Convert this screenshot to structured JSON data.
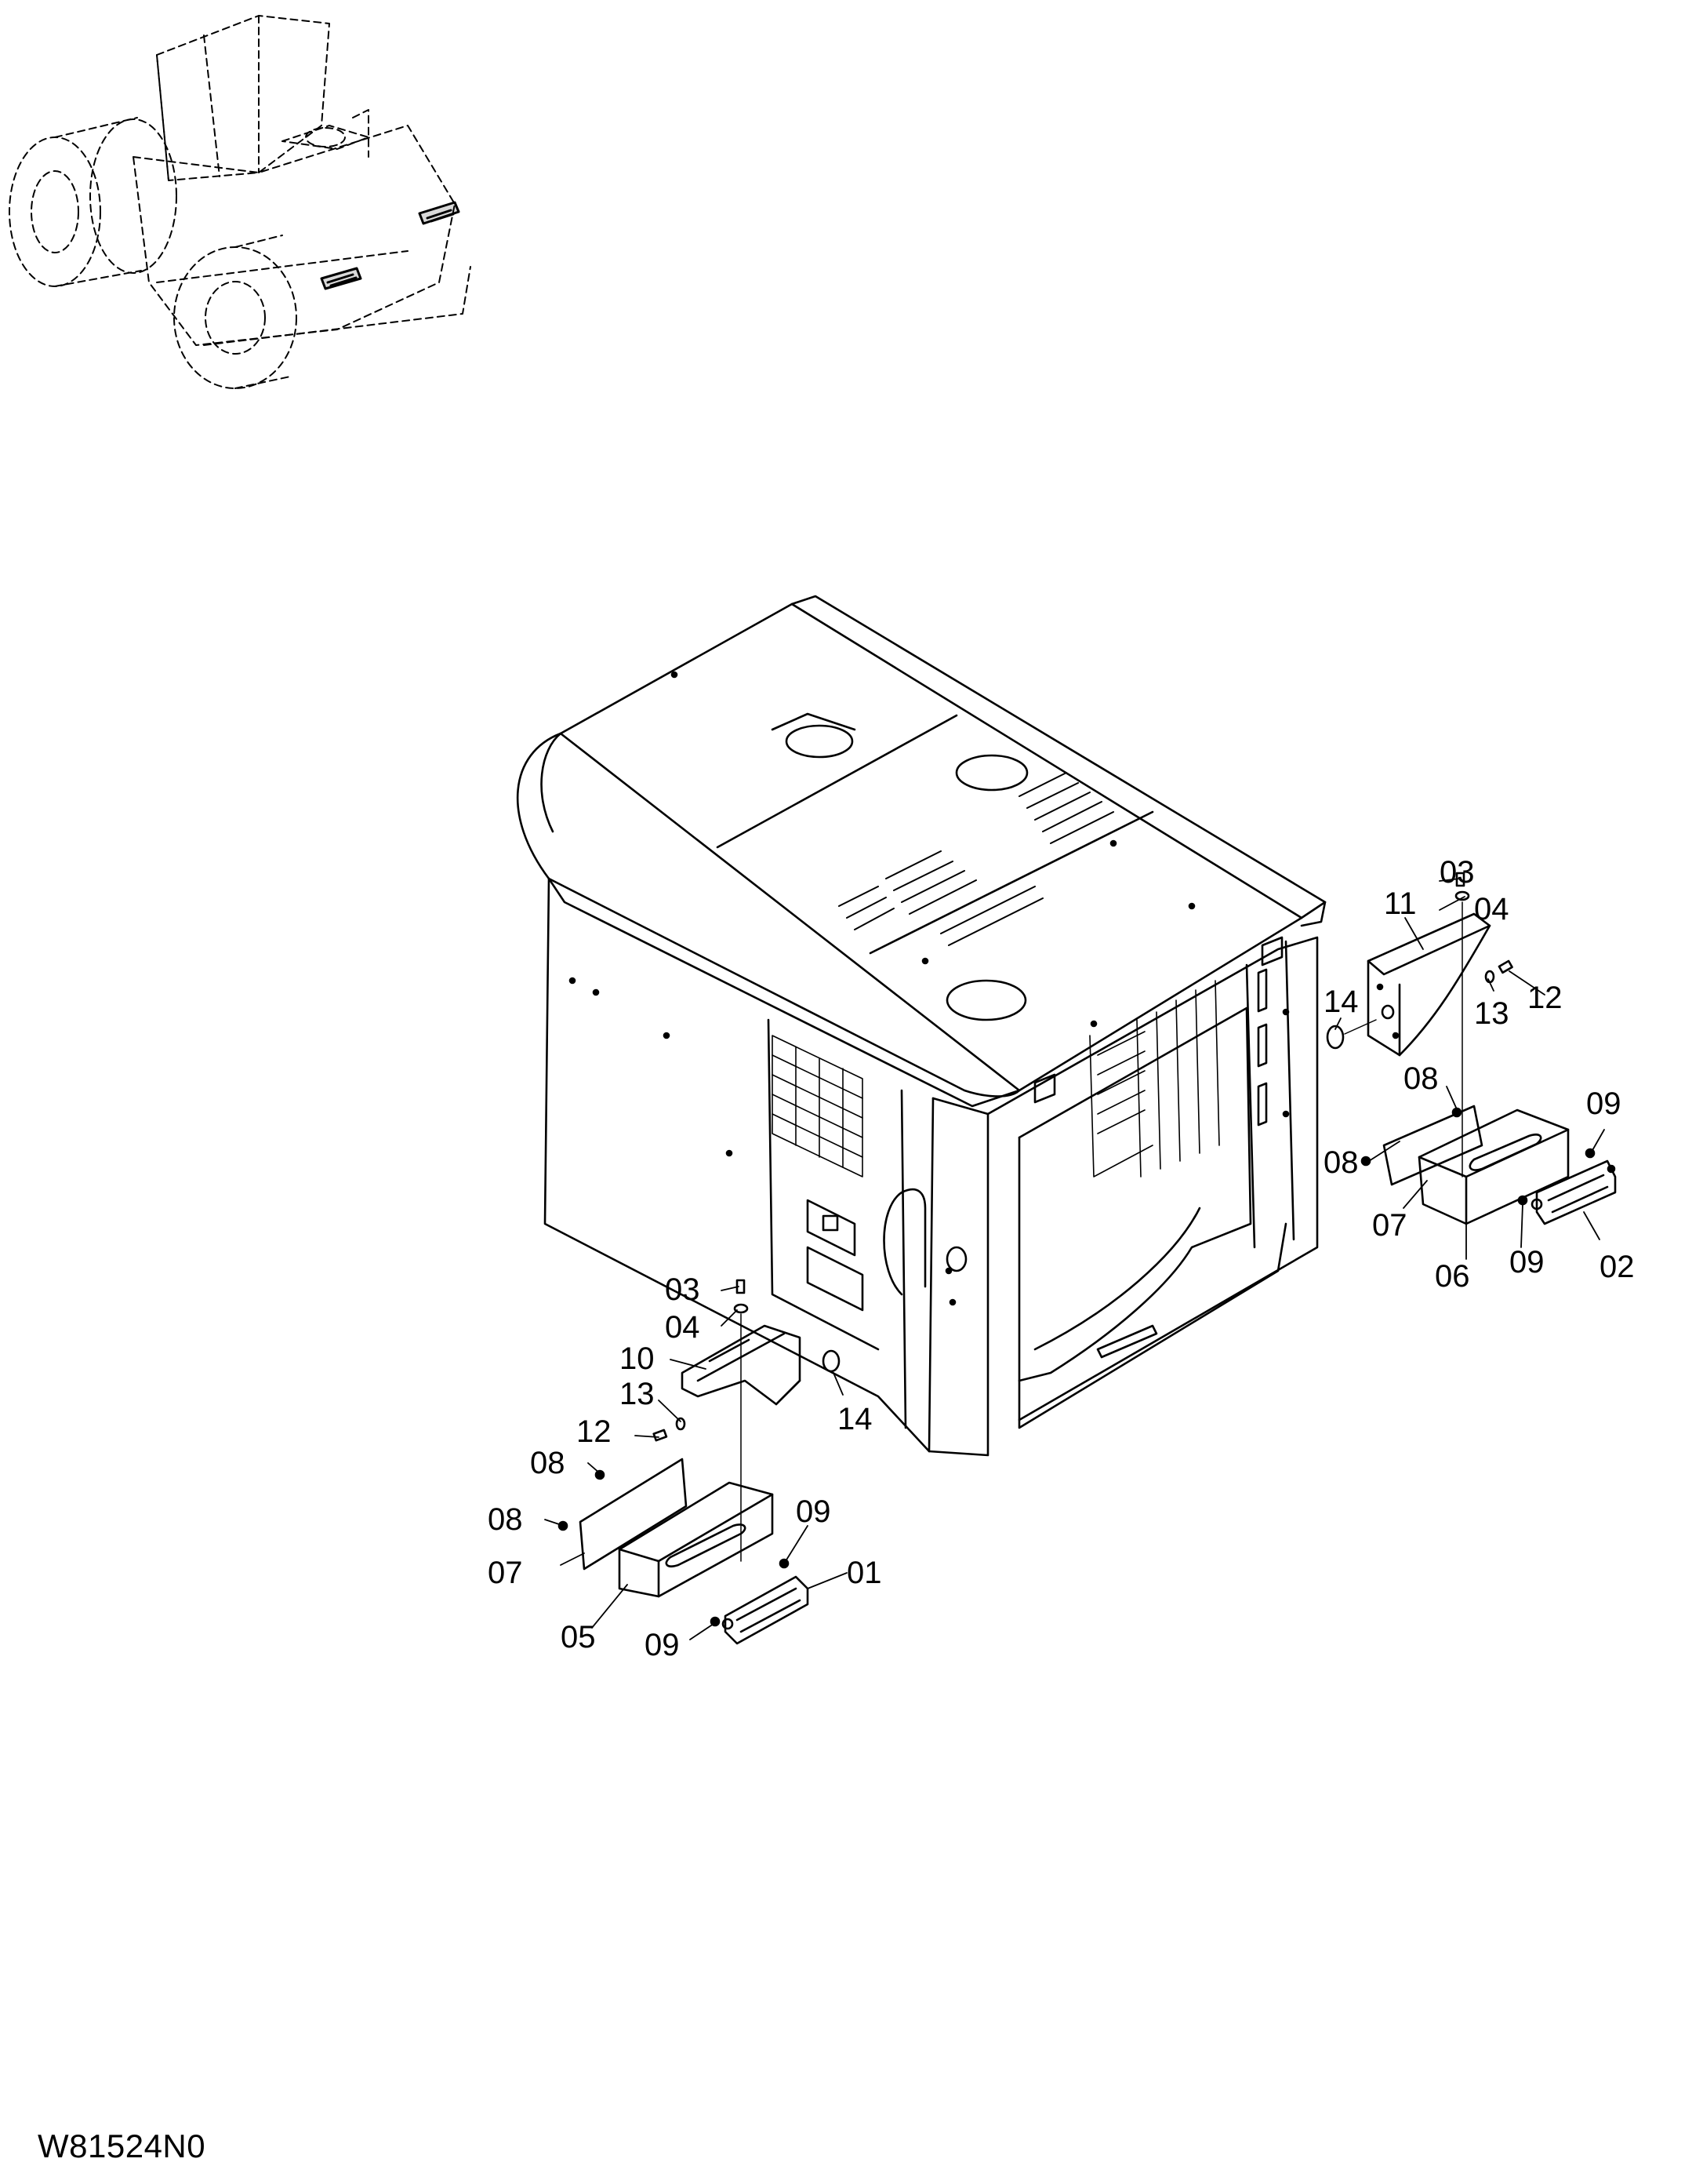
{
  "drawing_code": "W81524N0",
  "callouts": [
    "03",
    "04",
    "11",
    "14",
    "13",
    "12",
    "08",
    "09",
    "08",
    "07",
    "06",
    "09",
    "02",
    "03",
    "04",
    "10",
    "13",
    "12",
    "08",
    "08",
    "09",
    "07",
    "01",
    "05",
    "09",
    "14"
  ],
  "icons": [
    "machine-overview-sketch",
    "engine-hood-assembly",
    "lamp-bracket",
    "rear-combination-lamp"
  ]
}
